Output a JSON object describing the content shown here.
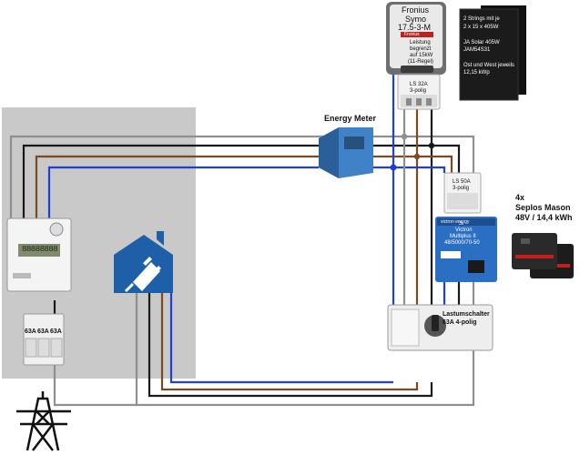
{
  "inverter": {
    "name": "Fronius",
    "model": "Symo",
    "type": "17.5-3-M",
    "brand": "Fronius",
    "note_lines": [
      "Leistung",
      "begrenzt",
      "auf 15kW",
      "(11-Regel)"
    ]
  },
  "solar_panel": {
    "lines": [
      "2 Strings mit je",
      "2 x 15 x 405W",
      "",
      "JA Solar 405W",
      "JAM54S31",
      "",
      "Ost und West jeweils",
      "12,15 kWp"
    ]
  },
  "breaker_top": {
    "line1": "LS 32A",
    "line2": "3-polig"
  },
  "breaker_mid": {
    "line1": "LS 50A",
    "line2": "3-polig"
  },
  "energy_meter": {
    "label": "Energy Meter"
  },
  "victron": {
    "brand": "victron energy",
    "lines": [
      "3x",
      "Victron",
      "Multiplus II",
      "48/5000/70-50"
    ]
  },
  "battery": {
    "lines": [
      "4x",
      "Seplos Mason",
      "48V / 14,4 kWh"
    ]
  },
  "transfer_switch": {
    "lines": [
      "Lastumschalter",
      "63A 4-polig"
    ]
  },
  "main_meter": {
    "display": "88888888"
  },
  "fuses": [
    "63A",
    "63A",
    "63A"
  ],
  "colors": {
    "wire_blue": "#1f3fd6",
    "wire_brown": "#7a4a22",
    "wire_black": "#1a1a1a",
    "wire_gray": "#8f8f8f",
    "cabinet": "#c9c9c9",
    "house_icon": "#1f5fa8",
    "victron": "#2a6fc4"
  },
  "icons": {
    "house": "house-plug-icon",
    "pylon": "power-pylon-icon"
  }
}
